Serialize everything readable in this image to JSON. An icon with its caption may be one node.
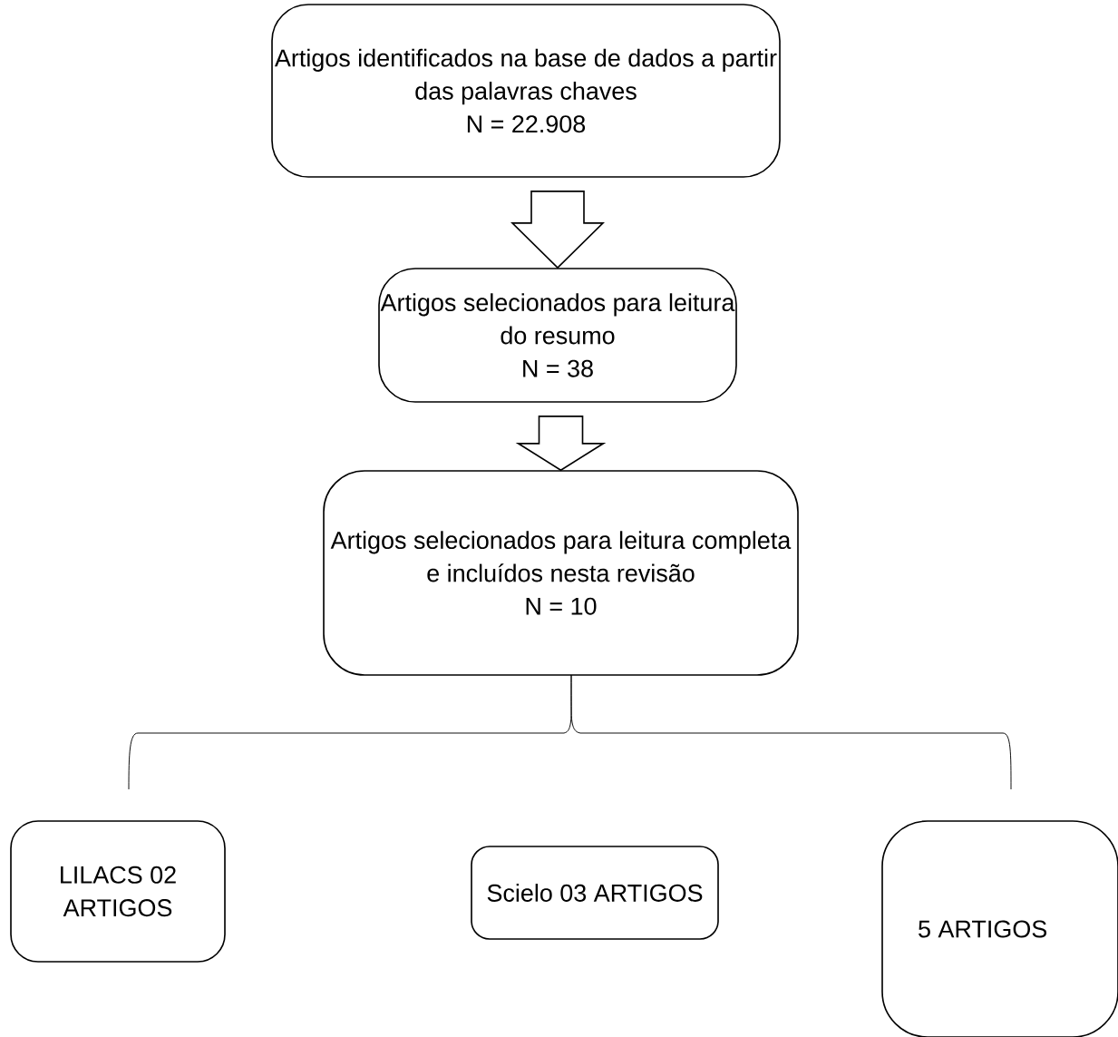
{
  "diagram": {
    "nodes": [
      {
        "text": [
          "Artigos identificados na base de dados a partir das palavras chaves",
          "N = 22.908"
        ]
      },
      {
        "text": [
          "Artigos selecionados para leitura do resumo",
          "N = 38"
        ]
      },
      {
        "text": [
          "Artigos selecionados para leitura completa e incluídos nesta revisão",
          "N = 10"
        ]
      },
      {
        "text": [
          "LILACS 02 ARTIGOS"
        ]
      },
      {
        "text": [
          "Scielo 03 ARTIGOS"
        ]
      },
      {
        "text": [
          "5 ARTIGOS"
        ]
      }
    ],
    "edges": [
      {
        "from": 0,
        "to": 1,
        "arrow": "to"
      },
      {
        "from": 1,
        "to": 2,
        "arrow": "to"
      }
    ]
  }
}
